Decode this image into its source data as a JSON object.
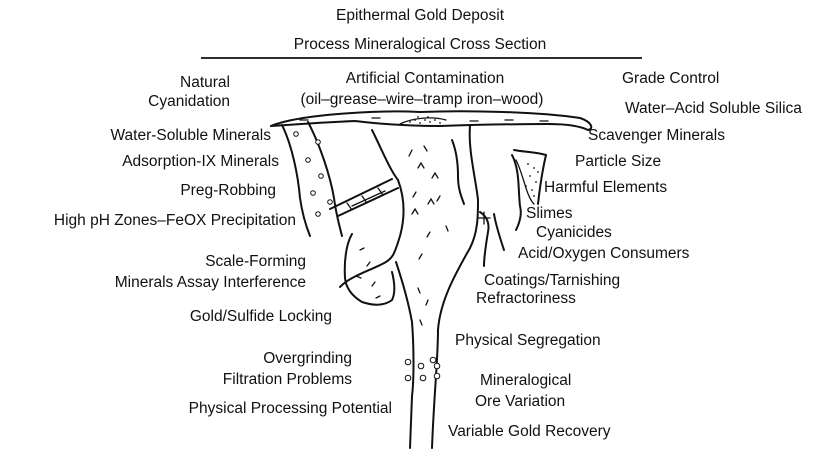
{
  "title": "Epithermal Gold Deposit",
  "subtitle": "Process Mineralogical Cross Section",
  "labels": {
    "natural_cyanidation_1": "Natural",
    "natural_cyanidation_2": "Cyanidation",
    "artificial_contamination_1": "Artificial Contamination",
    "artificial_contamination_2": "(oil–grease–wire–tramp iron–wood)",
    "grade_control": "Grade Control",
    "water_acid_soluble_silica": "Water–Acid Soluble Silica",
    "water_soluble_minerals": "Water-Soluble Minerals",
    "scavenger_minerals": "Scavenger Minerals",
    "adsorption_ix_minerals": "Adsorption-IX Minerals",
    "particle_size": "Particle Size",
    "preg_robbing": "Preg-Robbing",
    "harmful_elements": "Harmful Elements",
    "high_ph_zones": "High pH Zones–FeOX Precipitation",
    "slimes": "Slimes",
    "cyanicides": "Cyanicides",
    "acid_oxygen_consumers": "Acid/Oxygen Consumers",
    "scale_forming_1": "Scale-Forming",
    "scale_forming_2": "Minerals Assay Interference",
    "coatings_tarnishing": "Coatings/Tarnishing",
    "refractoriness": "Refractoriness",
    "gold_sulfide_locking": "Gold/Sulfide Locking",
    "physical_segregation": "Physical Segregation",
    "overgrinding": "Overgrinding",
    "filtration_problems": "Filtration Problems",
    "mineralogical_ore_variation_1": "Mineralogical",
    "mineralogical_ore_variation_2": "Ore Variation",
    "physical_processing_potential": "Physical Processing Potential",
    "variable_gold_recovery": "Variable Gold Recovery"
  }
}
